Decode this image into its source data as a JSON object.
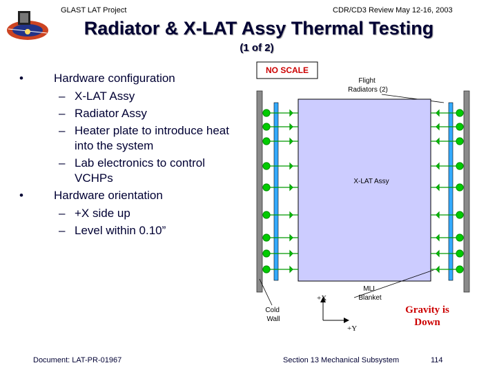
{
  "header": {
    "project": "GLAST LAT Project",
    "review": "CDR/CD3 Review May 12-16, 2003"
  },
  "title": "Radiator & X-LAT Assy Thermal Testing",
  "subtitle": "(1 of 2)",
  "bullets": [
    {
      "text": "Hardware configuration",
      "sub": [
        "X-LAT Assy",
        "Radiator Assy",
        "Heater plate to introduce heat into the system",
        "Lab electronics to control VCHPs"
      ]
    },
    {
      "text": "Hardware orientation",
      "sub": [
        "+X side up",
        "Level within 0.10”"
      ]
    }
  ],
  "diagram": {
    "no_scale": "NO SCALE",
    "flight_radiators": [
      "Flight",
      "Radiators (2)"
    ],
    "xlat_assy": "X-LAT Assy",
    "mli_blanket": [
      "MLI",
      "Blanket"
    ],
    "cold_wall": [
      "Cold",
      "Wall"
    ],
    "axis_x": "+X",
    "axis_y": "+Y",
    "colors": {
      "wall": "#8a8a8a",
      "radiator": "#33aaff",
      "xlat_fill": "#ccccff",
      "vchp": "#00cc00",
      "no_scale_text": "#cc0000"
    }
  },
  "gravity": "Gravity is Down",
  "footer": {
    "document": "Document:  LAT-PR-01967",
    "section": "Section 13  Mechanical Subsystem",
    "page": "114"
  }
}
